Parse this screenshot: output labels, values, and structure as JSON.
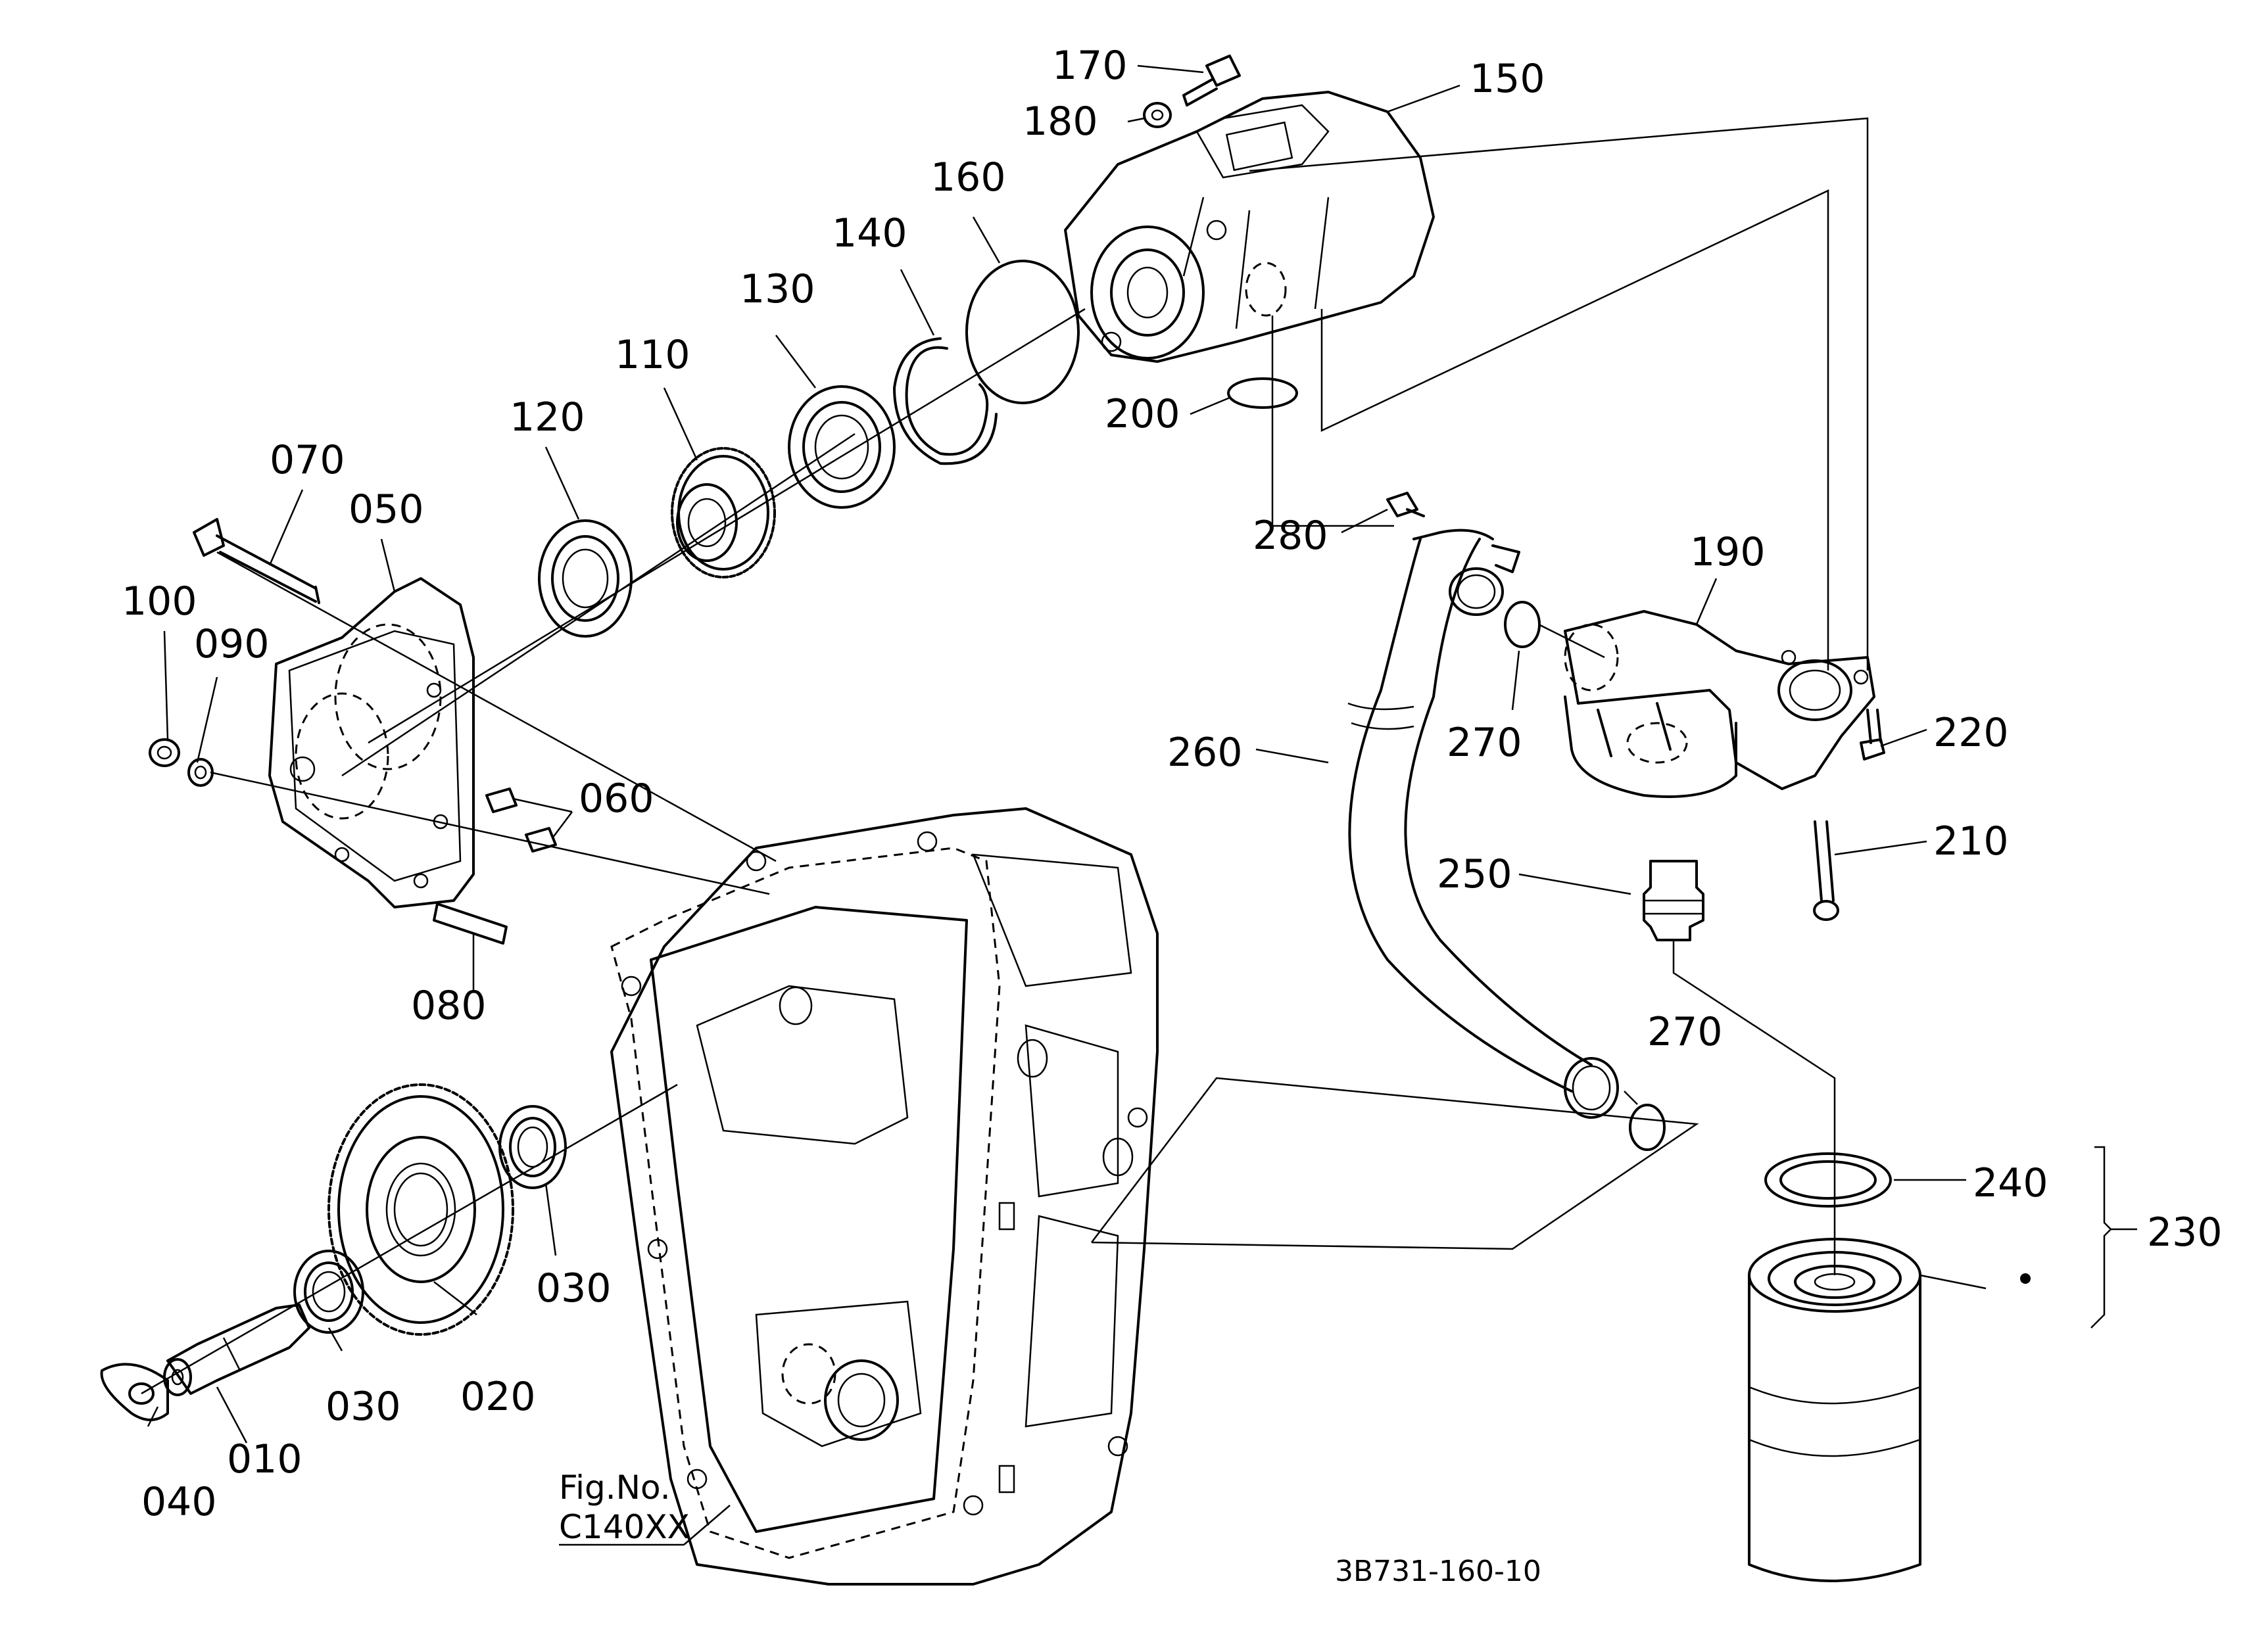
{
  "diagram": {
    "labels": {
      "p010": "010",
      "p020": "020",
      "p030a": "030",
      "p030b": "030",
      "p040": "040",
      "p050": "050",
      "p060": "060",
      "p070": "070",
      "p080": "080",
      "p090": "090",
      "p100": "100",
      "p110": "110",
      "p120": "120",
      "p130": "130",
      "p140": "140",
      "p150": "150",
      "p160": "160",
      "p170": "170",
      "p180": "180",
      "p190": "190",
      "p200": "200",
      "p210": "210",
      "p220": "220",
      "p230": "230",
      "p240": "240",
      "p250": "250",
      "p260": "260",
      "p270a": "270",
      "p270b": "270",
      "p280": "280"
    },
    "fig_ref": {
      "line1": "Fig.No.",
      "line2": "C140XX"
    },
    "drawing_code": "3B731-160-10"
  }
}
